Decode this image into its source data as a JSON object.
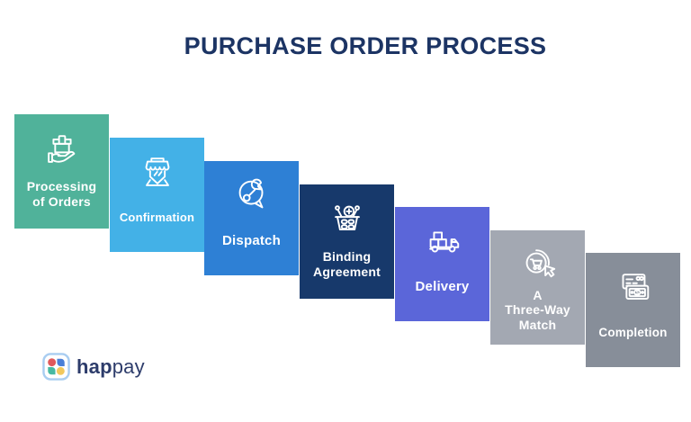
{
  "title": "PURCHASE ORDER PROCESS",
  "colors": {
    "title": "#1c3464",
    "step_text": "#ffffff",
    "background": "#ffffff"
  },
  "steps": [
    {
      "label": "Processing\nof Orders",
      "color": "#50b29a",
      "icon": "package-in-hand-icon"
    },
    {
      "label": "Confirmation",
      "color": "#43b1e7",
      "icon": "storefront-icon"
    },
    {
      "label": "Dispatch",
      "color": "#2e80d5",
      "icon": "dispatch-wrench-bubble-icon"
    },
    {
      "label": "Binding\nAgreement",
      "color": "#17396b",
      "icon": "basket-add-icon"
    },
    {
      "label": "Delivery",
      "color": "#5b66d9",
      "icon": "delivery-truck-icon"
    },
    {
      "label": "A\nThree-Way\nMatch",
      "color": "#a3a8b2",
      "icon": "cart-cursor-icon"
    },
    {
      "label": "Completion",
      "color": "#878e99",
      "icon": "payment-receipt-icon"
    }
  ],
  "logo": {
    "wordmark_bold": "hap",
    "wordmark_regular": "pay",
    "wordmark_color": "#2d3c6b",
    "colors": {
      "border": "#a9cdf1",
      "red": "#e0595c",
      "blue": "#4a7fd7",
      "teal": "#47b9a2",
      "yellow": "#f2c85d"
    }
  }
}
